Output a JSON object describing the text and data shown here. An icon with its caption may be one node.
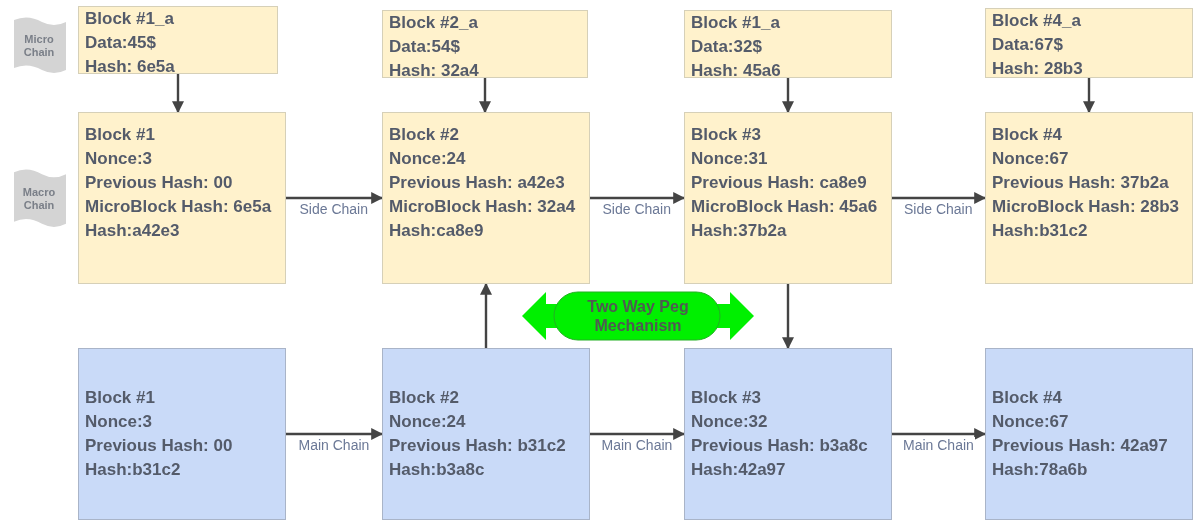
{
  "diagram": {
    "nodes": [
      {
        "text": [
          "Micro Chain"
        ]
      },
      {
        "text": [
          "Macro Chain"
        ]
      },
      {
        "text": [
          "Block #1_a",
          "Data:45$",
          "Hash: 6e5a"
        ]
      },
      {
        "text": [
          "Block #2_a",
          "Data:54$",
          "Hash: 32a4"
        ]
      },
      {
        "text": [
          "Block #1_a",
          "Data:32$",
          "Hash: 45a6"
        ]
      },
      {
        "text": [
          "Block #4_a",
          "Data:67$",
          "Hash: 28b3"
        ]
      },
      {
        "text": [
          "Block #1",
          "Nonce:3",
          "Previous Hash: 00",
          "MicroBlock Hash: 6e5a",
          "Hash:a42e3"
        ]
      },
      {
        "text": [
          "Block #2",
          "Nonce:24",
          "Previous Hash: a42e3",
          "MicroBlock Hash: 32a4",
          "Hash:ca8e9"
        ]
      },
      {
        "text": [
          "Block #3",
          "Nonce:31",
          "Previous Hash: ca8e9",
          "MicroBlock Hash: 45a6",
          "Hash:37b2a"
        ]
      },
      {
        "text": [
          "Block #4",
          "Nonce:67",
          "Previous Hash: 37b2a",
          "MicroBlock Hash: 28b3",
          "Hash:b31c2"
        ]
      },
      {
        "text": [
          "Two Way Peg Mechanism"
        ]
      },
      {
        "text": [
          "Block #1",
          "Nonce:3",
          "Previous Hash: 00",
          "Hash:b31c2"
        ]
      },
      {
        "text": [
          "Block #2",
          "Nonce:24",
          "Previous Hash: b31c2",
          "Hash:b3a8c"
        ]
      },
      {
        "text": [
          "Block #3",
          "Nonce:32",
          "Previous Hash: b3a8c",
          "Hash:42a97"
        ]
      },
      {
        "text": [
          "Block #4",
          "Nonce:67",
          "Previous Hash: 42a97",
          "Hash:78a6b"
        ]
      }
    ],
    "edges": [
      {
        "from": 2,
        "to": 6,
        "arrow": "to"
      },
      {
        "from": 3,
        "to": 7,
        "arrow": "to"
      },
      {
        "from": 4,
        "to": 8,
        "arrow": "to"
      },
      {
        "from": 5,
        "to": 9,
        "arrow": "to"
      },
      {
        "from": 6,
        "to": 7,
        "arrow": "to",
        "label": "Side Chain"
      },
      {
        "from": 7,
        "to": 8,
        "arrow": "to",
        "label": "Side Chain"
      },
      {
        "from": 8,
        "to": 9,
        "arrow": "to",
        "label": "Side Chain"
      },
      {
        "from": 12,
        "to": 7,
        "arrow": "to"
      },
      {
        "from": 8,
        "to": 13,
        "arrow": "to"
      },
      {
        "from": 11,
        "to": 12,
        "arrow": "to",
        "label": "Main Chain"
      },
      {
        "from": 12,
        "to": 13,
        "arrow": "to",
        "label": "Main Chain"
      },
      {
        "from": 13,
        "to": 14,
        "arrow": "to",
        "label": "Main Chain"
      }
    ]
  }
}
